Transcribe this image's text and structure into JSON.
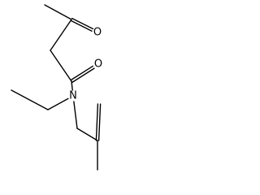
{
  "molecule": {
    "atoms": [
      {
        "id": "c1",
        "element": "C",
        "label": ""
      },
      {
        "id": "c2",
        "element": "C",
        "label": ""
      },
      {
        "id": "o1",
        "element": "O",
        "label": "O"
      },
      {
        "id": "c3",
        "element": "C",
        "label": ""
      },
      {
        "id": "c4",
        "element": "C",
        "label": ""
      },
      {
        "id": "o2",
        "element": "O",
        "label": "O"
      },
      {
        "id": "n1",
        "element": "N",
        "label": "N"
      },
      {
        "id": "c5",
        "element": "C",
        "label": ""
      },
      {
        "id": "c6",
        "element": "C",
        "label": ""
      },
      {
        "id": "c7",
        "element": "C",
        "label": ""
      },
      {
        "id": "c8",
        "element": "C",
        "label": ""
      },
      {
        "id": "c9",
        "element": "C",
        "label": ""
      },
      {
        "id": "c10",
        "element": "C",
        "label": ""
      }
    ],
    "bonds": [
      {
        "from": "c1",
        "to": "c2",
        "order": 1
      },
      {
        "from": "c2",
        "to": "o1",
        "order": 2
      },
      {
        "from": "c2",
        "to": "c3",
        "order": 1
      },
      {
        "from": "c3",
        "to": "c4",
        "order": 1
      },
      {
        "from": "c4",
        "to": "o2",
        "order": 2
      },
      {
        "from": "c4",
        "to": "n1",
        "order": 1
      },
      {
        "from": "n1",
        "to": "c5",
        "order": 1
      },
      {
        "from": "c5",
        "to": "c6",
        "order": 1
      },
      {
        "from": "n1",
        "to": "c7",
        "order": 1
      },
      {
        "from": "c7",
        "to": "c8",
        "order": 1
      },
      {
        "from": "c8",
        "to": "c9",
        "order": 2
      },
      {
        "from": "c8",
        "to": "c10",
        "order": 1
      }
    ]
  }
}
